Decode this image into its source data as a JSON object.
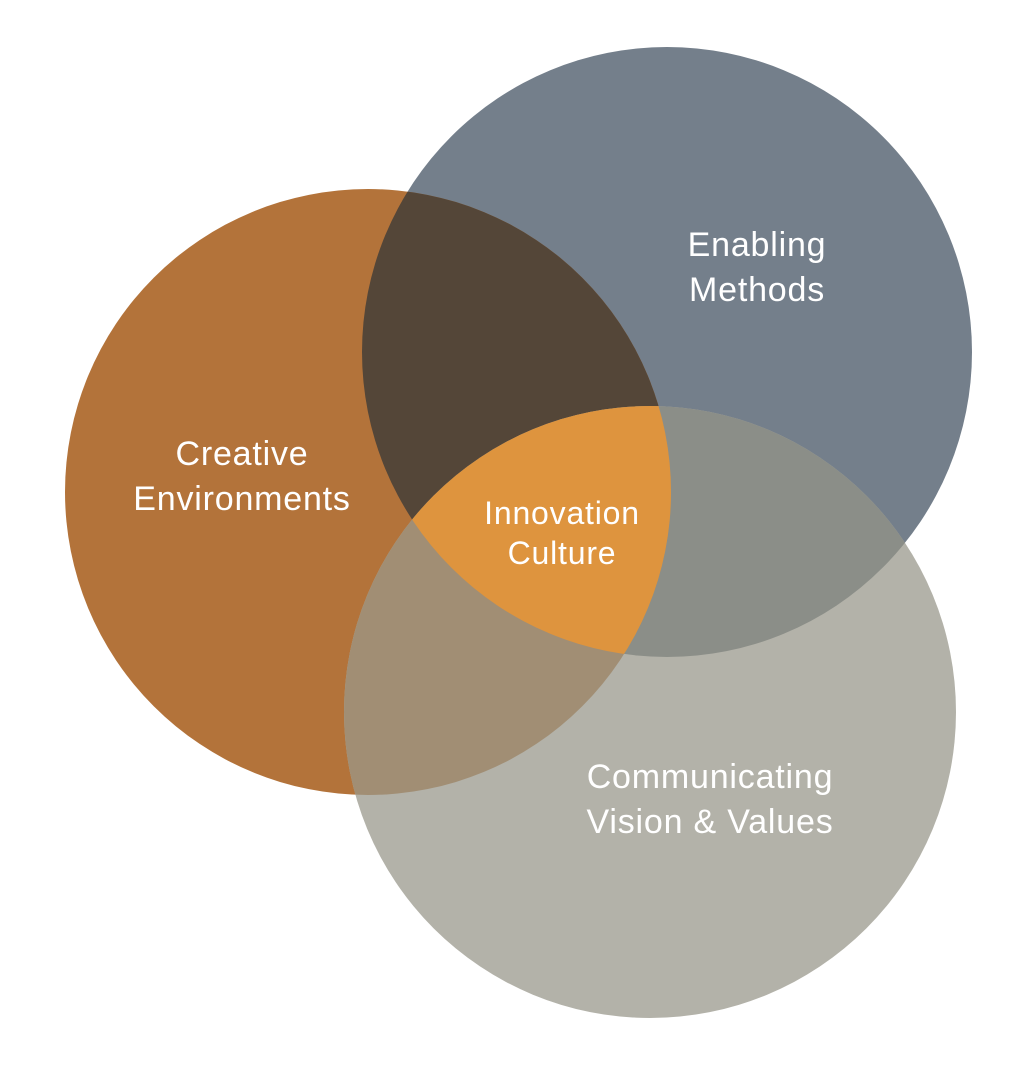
{
  "diagram": {
    "type": "venn-3-circle",
    "background_color": "#FFFFFF",
    "label_color": "#FFFFFF",
    "circles": {
      "creative": {
        "label_line1": "Creative",
        "label_line2": "Environments",
        "color": "#B3733A"
      },
      "enabling": {
        "label_line1": "Enabling",
        "label_line2": "Methods",
        "color": "#747F8B"
      },
      "communicating": {
        "label_line1": "Communicating",
        "label_line2": "Vision & Values",
        "color": "#B3B2A9"
      }
    },
    "overlaps": {
      "creative_enabling": {
        "color": "#544638"
      },
      "enabling_communicating": {
        "color": "#8B8E88"
      },
      "creative_communicating": {
        "color": "#A18E74"
      },
      "center": {
        "label_line1": "Innovation",
        "label_line2": "Culture",
        "color": "#DE943E"
      }
    }
  }
}
